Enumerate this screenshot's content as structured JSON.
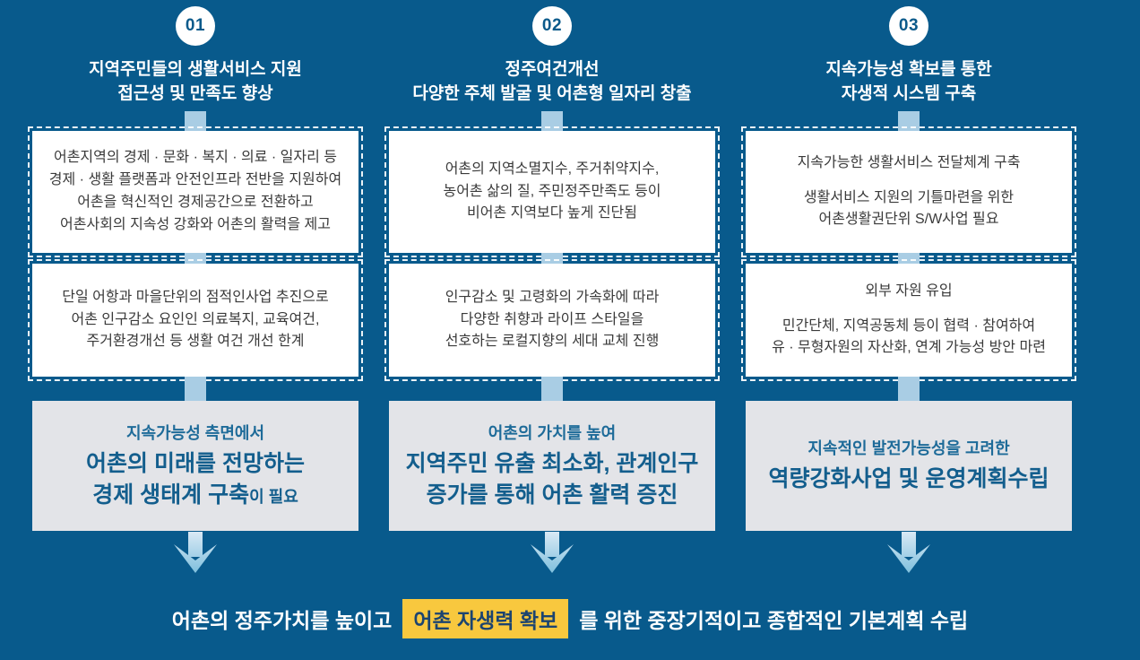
{
  "colors": {
    "background": "#085a8c",
    "connector": "#a9cde4",
    "arrow_top": "#d9e9f5",
    "arrow_bottom": "#7dbfdd",
    "result_box_bg": "#e3e4e8",
    "result_text_blue": "#135e8d",
    "highlight_yellow": "#f8c83e",
    "highlight_text": "#1c4470"
  },
  "columns": [
    {
      "number": "01",
      "title": [
        "지역주민들의 생활서비스 지원",
        "접근성 및 만족도 향상"
      ],
      "box1": {
        "paragraphs": [
          [
            "어촌지역의 경제 · 문화 · 복지 · 의료 · 일자리 등",
            "경제 · 생활 플랫폼과 안전인프라 전반을 지원하여",
            "어촌을 혁신적인 경제공간으로 전환하고",
            "어촌사회의 지속성 강화와 어촌의 활력을 제고"
          ]
        ]
      },
      "box2": {
        "paragraphs": [
          [
            "단일 어항과 마을단위의 점적인사업 추진으로",
            "어촌 인구감소 요인인 의료복지, 교육여건,",
            "주거환경개선 등 생활 여건 개선 한계"
          ]
        ]
      },
      "result": {
        "pre": "지속가능성 측면에서",
        "main": [
          "어촌의 미래를 전망하는",
          "경제 생태계 구축"
        ],
        "suffix": "이 필요"
      }
    },
    {
      "number": "02",
      "title": [
        "정주여건개선",
        "다양한 주체 발굴 및 어촌형 일자리 창출"
      ],
      "box1": {
        "paragraphs": [
          [
            "어촌의 지역소멸지수, 주거취약지수,",
            "농어촌 삶의 질, 주민정주만족도 등이",
            "비어촌 지역보다 높게 진단됨"
          ]
        ]
      },
      "box2": {
        "paragraphs": [
          [
            "인구감소 및 고령화의 가속화에 따라",
            "다양한 취향과 라이프 스타일을",
            "선호하는 로컬지향의 세대 교체 진행"
          ]
        ]
      },
      "result": {
        "pre": "어촌의 가치를 높여",
        "main": [
          "지역주민 유출 최소화, 관계인구",
          "증가를 통해 어촌 활력 증진"
        ],
        "suffix": ""
      }
    },
    {
      "number": "03",
      "title": [
        "지속가능성 확보를 통한",
        "자생적 시스템 구축"
      ],
      "box1": {
        "paragraphs": [
          [
            "지속가능한 생활서비스 전달체계 구축"
          ],
          [
            "생활서비스 지원의 기틀마련을 위한",
            "어촌생활권단위 S/W사업 필요"
          ]
        ]
      },
      "box2": {
        "paragraphs": [
          [
            "외부 자원 유입"
          ],
          [
            "민간단체, 지역공동체 등이 협력 · 참여하여",
            "유 · 무형자원의 자산화, 연계 가능성 방안 마련"
          ]
        ]
      },
      "result": {
        "pre": "지속적인 발전가능성을 고려한",
        "main": [
          "역량강화사업 및 운영계획수립"
        ],
        "suffix": ""
      }
    }
  ],
  "footer": {
    "left": "어촌의 정주가치를 높이고",
    "highlight": "어촌 자생력 확보",
    "right": "를 위한 중장기적이고 종합적인 기본계획 수립"
  }
}
